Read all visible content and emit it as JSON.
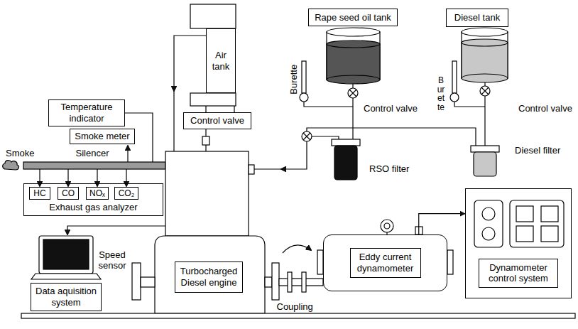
{
  "diagram": {
    "nodes": [
      {
        "text": [
          "Rape seed oil tank"
        ]
      },
      {
        "text": [
          "Diesel tank"
        ]
      },
      {
        "text": [
          "Air tank"
        ]
      },
      {
        "text": [
          "Temperature indicator"
        ]
      },
      {
        "text": [
          "Control valve"
        ]
      },
      {
        "text": [
          "Smoke meter"
        ]
      },
      {
        "text": [
          "Exhaust gas analyzer"
        ]
      },
      {
        "text": [
          "HC"
        ],
        "in": 6
      },
      {
        "text": [
          "CO"
        ],
        "in": 6
      },
      {
        "text": [
          "NOₓ"
        ],
        "in": 6
      },
      {
        "text": [
          "CO₂"
        ],
        "in": 6
      },
      {
        "text": [
          "Turbocharged Diesel engine"
        ]
      },
      {
        "text": [
          "Eddy current dynamometer"
        ]
      },
      {
        "text": [
          "Dynamometer control system"
        ]
      },
      {
        "text": [
          "Data aquisition system"
        ]
      }
    ],
    "edges": [
      {
        "from": 12,
        "to": 13,
        "arrow": "to"
      }
    ],
    "labels": [
      "Burette",
      "Control valve",
      "Burette",
      "Control valve",
      "RSO filter",
      "Diesel filter",
      "Smoke",
      "Silencer",
      "Speed sensor",
      "Coupling"
    ]
  }
}
